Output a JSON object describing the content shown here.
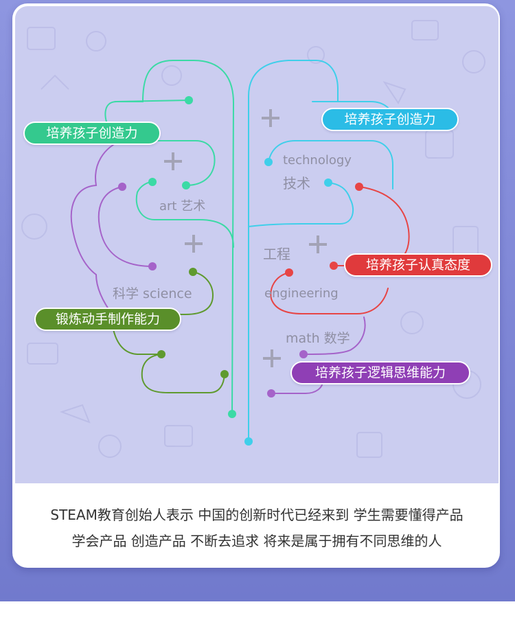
{
  "colors": {
    "teal": "#3bdaa5",
    "cyan": "#3fcfea",
    "purple": "#a563c9",
    "green": "#5f9a2f",
    "red": "#e74545",
    "badge_teal": "#34c98e",
    "badge_cyan": "#2bbce6",
    "badge_red": "#e03a3c",
    "badge_green": "#5a8f2a",
    "badge_purple": "#8f3fb5"
  },
  "badges": {
    "art": "培养孩子创造力",
    "technology": "培养孩子创造力",
    "science": "锻炼动手制作能力",
    "engineering": "培养孩子认真态度",
    "math": "培养孩子逻辑思维能力"
  },
  "labels": {
    "art": "art 艺术",
    "technology_en": "technology",
    "technology_cn": "技术",
    "science": "科学  science",
    "engineering_cn": "工程",
    "engineering_en": "engineering",
    "math": "math  数学"
  },
  "description": {
    "line1": "STEAM教育创始人表示 中国的创新时代已经来到 学生需要懂得产品",
    "line2": "学会产品 创造产品 不断去追求 将来是属于拥有不同思维的人"
  }
}
